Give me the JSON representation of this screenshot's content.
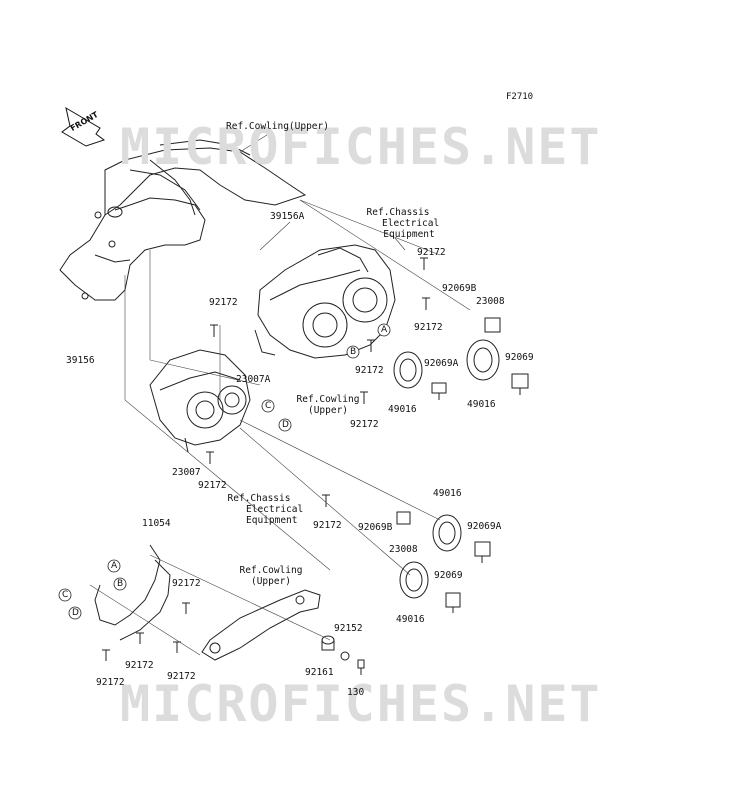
{
  "figure_number": "F2710",
  "watermark": "MICROFICHES.NET",
  "front_marker": "FRONT",
  "reference_notes": {
    "cowling_upper_top": "Ref.Cowling(Upper)",
    "chassis_electrical_top": [
      "Ref.Chassis",
      "Electrical",
      "Equipment"
    ],
    "cowling_upper_mid": [
      "Ref.Cowling",
      "(Upper)"
    ],
    "chassis_electrical_mid": [
      "Ref.Chassis",
      "Electrical",
      "Equipment"
    ],
    "cowling_upper_bottom": [
      "Ref.Cowling",
      "(Upper)"
    ]
  },
  "callout_letters": [
    "A",
    "B",
    "C",
    "D"
  ],
  "part_numbers": {
    "p39156A": "39156A",
    "p92172_a": "92172",
    "p92069B_a": "92069B",
    "p23008_a": "23008",
    "p92172_b": "92172",
    "p92172_c": "92172",
    "p92069A_a": "92069A",
    "p92069_a": "92069",
    "p49016_a": "49016",
    "p49016_b": "49016",
    "p23007A": "23007A",
    "p92172_d": "92172",
    "p92172_e": "92172",
    "p39156": "39156",
    "p23007": "23007",
    "p92172_f": "92172",
    "p92172_g": "92172",
    "p92069B_b": "92069B",
    "p23008_b": "23008",
    "p49016_c": "49016",
    "p92069A_b": "92069A",
    "p92069_b": "92069",
    "p49016_d": "49016",
    "p11054": "11054",
    "p92172_h": "92172",
    "p92152": "92152",
    "p92161": "92161",
    "p130": "130",
    "p92172_i": "92172",
    "p92172_j": "92172",
    "p92172_k": "92172"
  }
}
